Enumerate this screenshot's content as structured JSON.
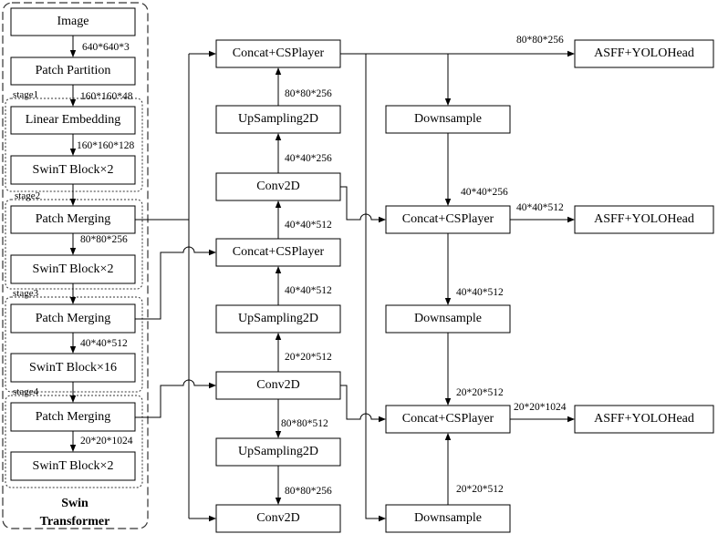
{
  "backbone": {
    "title_line1": "Swin",
    "title_line2": "Transformer",
    "blocks": [
      "Image",
      "Patch Partition",
      "Linear Embedding",
      "SwinT Block×2",
      "Patch Merging",
      "SwinT Block×2",
      "Patch Merging",
      "SwinT Block×16",
      "Patch Merging",
      "SwinT Block×2"
    ],
    "stages": [
      "stage1",
      "stage2",
      "stage3",
      "stage4"
    ],
    "dims": [
      "640*640*3",
      "160*160*48",
      "160*160*128",
      "80*80*256",
      "40*40*512",
      "20*20*1024"
    ]
  },
  "neck": {
    "blocks": [
      "Concat+CSPlayer",
      "UpSampling2D",
      "Conv2D",
      "Concat+CSPlayer",
      "UpSampling2D",
      "Conv2D",
      "UpSampling2D",
      "Conv2D"
    ],
    "dims": [
      "80*80*256",
      "40*40*256",
      "40*40*512",
      "40*40*512",
      "20*20*512",
      "80*80*512",
      "80*80*256"
    ]
  },
  "pan": {
    "blocks": [
      "Downsample",
      "Concat+CSPlayer",
      "Downsample",
      "Concat+CSPlayer",
      "Downsample"
    ],
    "dims": [
      "40*40*256",
      "40*40*512",
      "20*20*512",
      "20*20*512"
    ]
  },
  "heads": {
    "label": "ASFF+YOLOHead",
    "dims": [
      "80*80*256",
      "40*40*512",
      "20*20*1024"
    ]
  }
}
